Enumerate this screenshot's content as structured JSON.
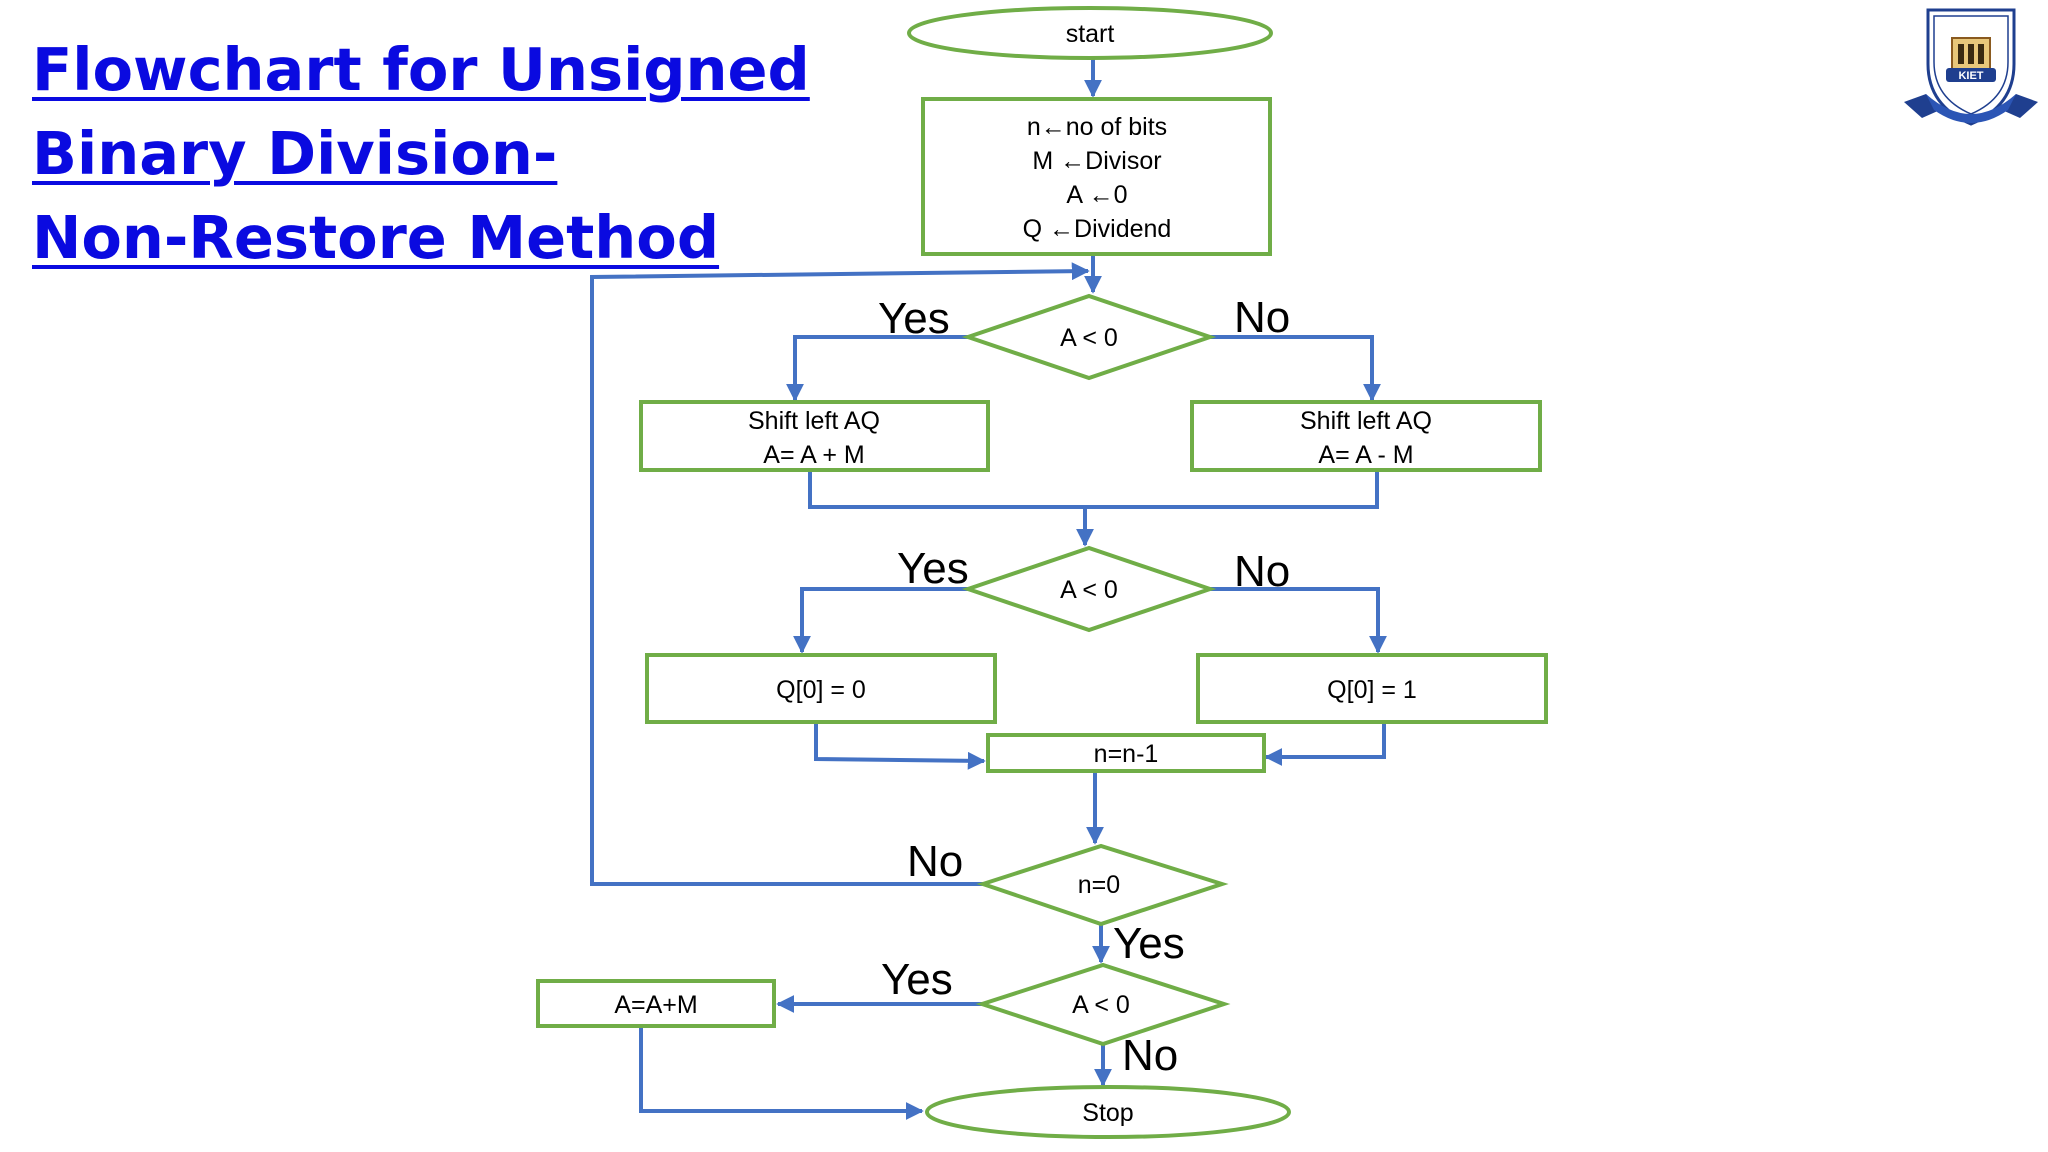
{
  "title": {
    "line1": "Flowchart for Unsigned",
    "line2": "Binary Division-",
    "line3": "Non-Restore Method"
  },
  "nodes": {
    "start": "start",
    "init_n": "n←no of bits",
    "init_m": "M ←Divisor",
    "init_a": "A ←0",
    "init_q": "Q ←Dividend",
    "dec1": "A < 0",
    "shift_add_1": "Shift left AQ",
    "shift_add_2": "A= A + M",
    "shift_sub_1": "Shift left AQ",
    "shift_sub_2": "A= A - M",
    "dec2": "A < 0",
    "q0_zero": "Q[0] = 0",
    "q0_one": "Q[0] = 1",
    "decrement": "n=n-1",
    "dec_n": "n=0",
    "dec3": "A < 0",
    "restore": "A=A+M",
    "stop": "Stop"
  },
  "edge_labels": {
    "dec1_yes": "Yes",
    "dec1_no": "No",
    "dec2_yes": "Yes",
    "dec2_no": "No",
    "loop_no": "No",
    "n0_yes": "Yes",
    "dec3_yes": "Yes",
    "dec3_no": "No"
  },
  "logo": {
    "text": "KIET"
  },
  "colors": {
    "box_stroke": "#70ad47",
    "arrow": "#4472c4",
    "title": "#0a0ae0"
  }
}
